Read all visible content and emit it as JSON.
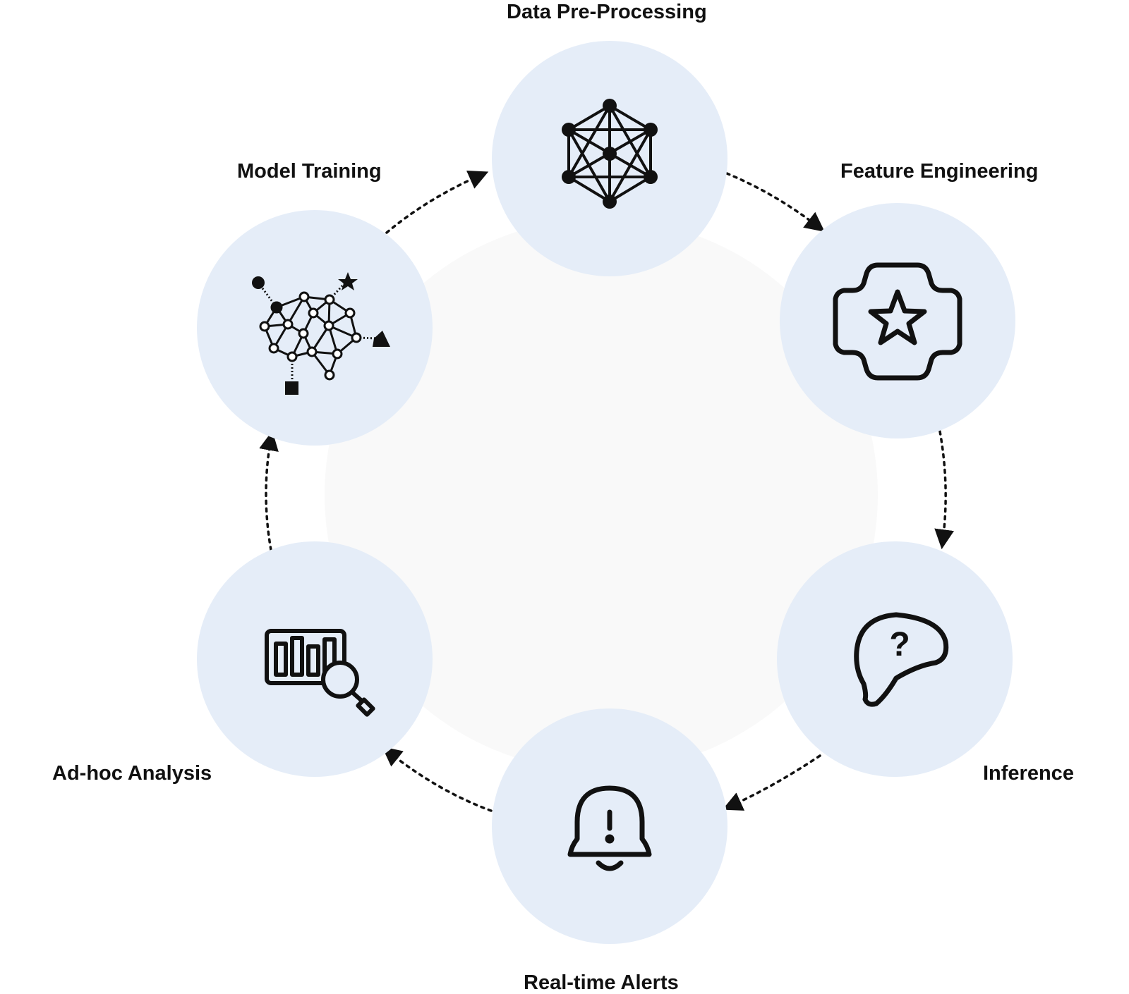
{
  "diagram": {
    "colors": {
      "node_fill": "#e5edf8",
      "center_fill": "#f9f9f9",
      "stroke": "#111111",
      "background": "#ffffff"
    },
    "nodes": [
      {
        "id": "data-pre-processing",
        "label": "Data Pre-Processing",
        "icon": "network-hexagon-icon"
      },
      {
        "id": "feature-engineering",
        "label": "Feature Engineering",
        "icon": "gear-star-icon"
      },
      {
        "id": "inference",
        "label": "Inference",
        "icon": "head-question-icon"
      },
      {
        "id": "real-time-alerts",
        "label": "Real-time Alerts",
        "icon": "bell-alert-icon"
      },
      {
        "id": "ad-hoc-analysis",
        "label": "Ad-hoc Analysis",
        "icon": "chart-magnifier-icon"
      },
      {
        "id": "model-training",
        "label": "Model Training",
        "icon": "neural-brain-icon"
      }
    ],
    "flow": [
      [
        "model-training",
        "data-pre-processing"
      ],
      [
        "data-pre-processing",
        "feature-engineering"
      ],
      [
        "feature-engineering",
        "inference"
      ],
      [
        "inference",
        "real-time-alerts"
      ],
      [
        "real-time-alerts",
        "ad-hoc-analysis"
      ],
      [
        "ad-hoc-analysis",
        "model-training"
      ]
    ]
  }
}
